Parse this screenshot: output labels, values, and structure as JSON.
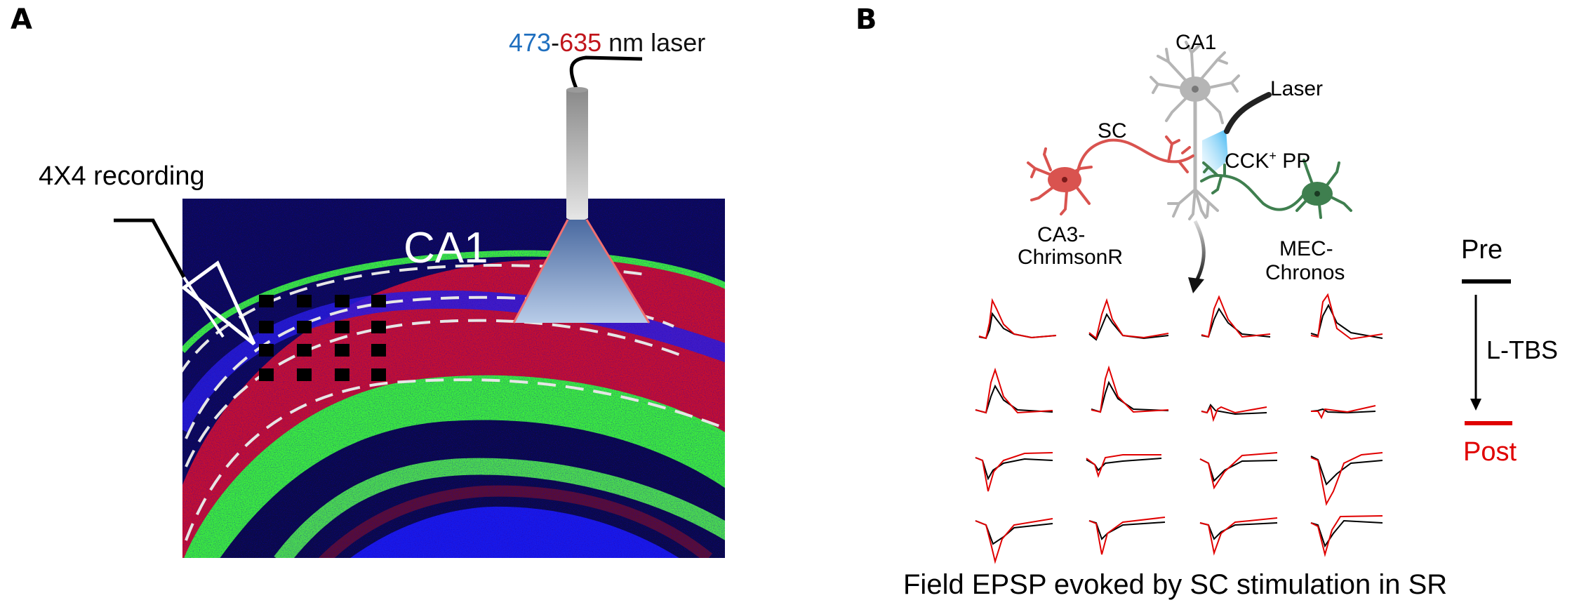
{
  "panel_a": {
    "label": "A",
    "laser_label": {
      "blue_part": "473",
      "dash": "-",
      "red_part": "635",
      "rest": " nm laser",
      "colors": {
        "blue": "#1f6fbf",
        "red": "#c0151b",
        "black": "#111111"
      }
    },
    "recording_label": "4X4 recording",
    "region_label": "CA1",
    "electrode_grid": {
      "rows": 4,
      "cols": 4
    },
    "histology_colors": {
      "background": "#0a0a4a",
      "stratum": "#c8102e",
      "granule": "#3cf03c",
      "nuclei": "#1a1aff"
    }
  },
  "panel_b": {
    "label": "B",
    "neurons": {
      "ca1": "CA1",
      "laser": "Laser",
      "sc": "SC",
      "cck_pp_main": "CCK",
      "cck_pp_sup": "+",
      "cck_pp_rest": " PP",
      "ca3_line1": "CA3-",
      "ca3_line2": "ChrimsonR",
      "mec_line1": "MEC-",
      "mec_line2": "Chronos"
    },
    "neuron_colors": {
      "ca1": "#b5b5b5",
      "ca3": "#d9534f",
      "mec": "#3f7f4f",
      "light": "#4fc3f7"
    },
    "legend": {
      "pre": "Pre",
      "protocol": "L-TBS",
      "post": "Post",
      "pre_color": "#000000",
      "post_color": "#e00000"
    },
    "caption": "Field EPSP evoked by SC stimulation in SR",
    "traces_grid": {
      "rows": 4,
      "cols": 4
    }
  },
  "chart_data": {
    "type": "line",
    "title": "Field EPSP evoked by SC stimulation in SR",
    "xlabel": "",
    "ylabel": "",
    "legend": [
      "Pre",
      "Post"
    ],
    "grid": "4x4 electrode recording traces",
    "series": [
      {
        "name": "Pre",
        "color": "#000000",
        "relative_peak_amplitudes": [
          [
            0.55,
            0.55,
            0.65,
            0.7
          ],
          [
            0.6,
            0.6,
            0.15,
            0.08
          ],
          [
            -0.5,
            -0.35,
            -0.5,
            -0.8
          ],
          [
            -0.6,
            -0.5,
            -0.55,
            -0.75
          ]
        ]
      },
      {
        "name": "Post",
        "color": "#e00000",
        "relative_peak_amplitudes": [
          [
            0.9,
            0.85,
            1.0,
            1.0
          ],
          [
            1.0,
            1.0,
            0.15,
            0.1
          ],
          [
            -0.85,
            -0.55,
            -0.75,
            -1.3
          ],
          [
            -1.1,
            -0.95,
            -0.95,
            -1.1
          ]
        ]
      }
    ]
  }
}
